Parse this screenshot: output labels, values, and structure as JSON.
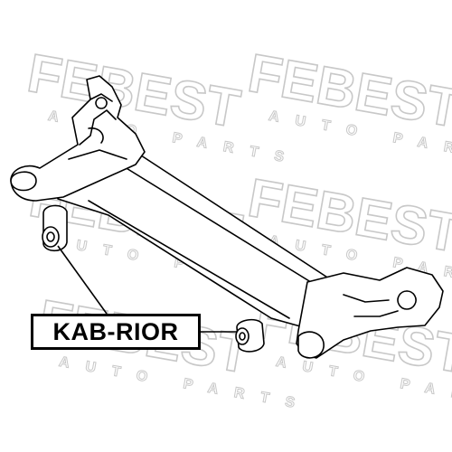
{
  "part_number": "KAB-RIOR",
  "watermark": {
    "brand": "FEBEST",
    "tagline": "AUTO PARTS"
  },
  "colors": {
    "line": "#000000",
    "watermark": "#c8c8c8",
    "background": "#ffffff"
  }
}
